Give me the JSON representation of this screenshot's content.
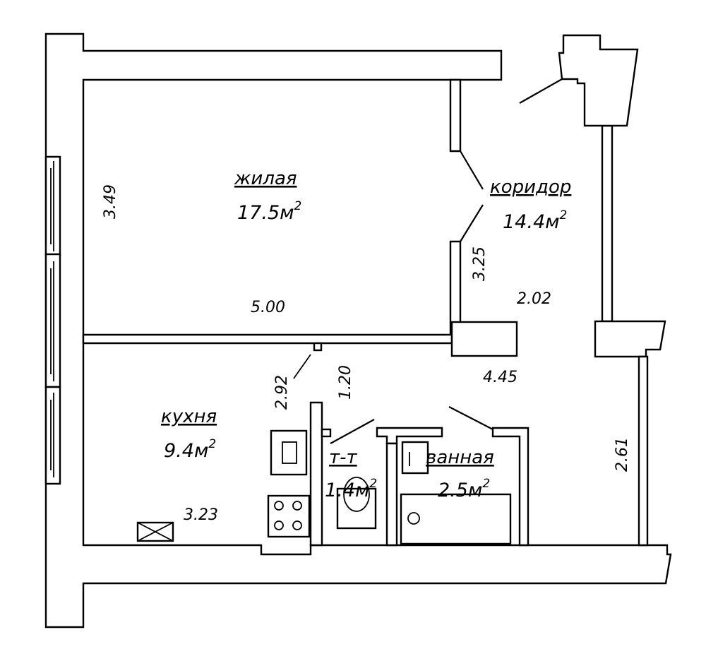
{
  "rooms": {
    "living": {
      "name": "жилая",
      "area": "17.5м",
      "sup": "2"
    },
    "corridor": {
      "name": "коридор",
      "area": "14.4м",
      "sup": "2"
    },
    "kitchen": {
      "name": "кухня",
      "area": "9.4м",
      "sup": "2"
    },
    "toilet": {
      "name": "т-т",
      "area": "1.4м",
      "sup": "2"
    },
    "bathroom": {
      "name": "ванная",
      "area": "2.5м",
      "sup": "2"
    }
  },
  "dimensions": {
    "living_height": "3.49",
    "living_width": "5.00",
    "corridor_height": "3.25",
    "corridor_width": "2.02",
    "kitchen_depth": "2.92",
    "door_width": "1.20",
    "corridor_length": "4.45",
    "hall_depth": "2.61",
    "kitchen_width": "3.23"
  }
}
